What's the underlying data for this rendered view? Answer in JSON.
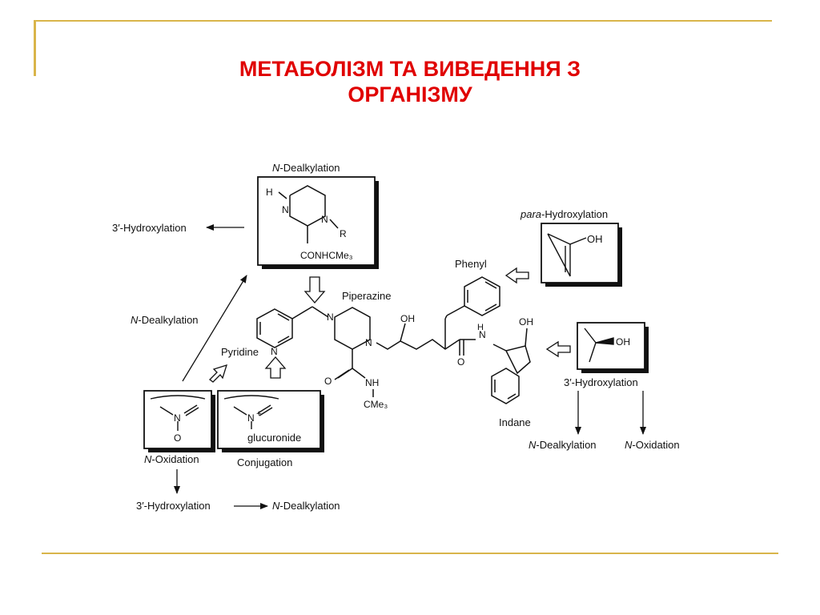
{
  "slide": {
    "title_line1": "МЕТАБОЛІЗМ ТА ВИВЕДЕННЯ З",
    "title_line2": "ОРГАНІЗМУ",
    "title_color": "#e00000",
    "accent_color": "#d9b54a"
  },
  "diagram": {
    "n_dealk_top_prefix": "N",
    "n_dealk_top_suffix": "-Dealkylation",
    "hydroxylation_left": "3′-Hydroxylation",
    "atom_H": "H",
    "atom_N_top1": "N",
    "atom_N_top2": "N",
    "atom_R": "R",
    "conhcme3": "CONHCMe₃",
    "para_prefix": "para",
    "para_suffix": "-Hydroxylation",
    "oh_para": "OH",
    "phenyl": "Phenyl",
    "piperazine": "Piperazine",
    "oh_center": "OH",
    "atom_N_pip1": "N",
    "atom_N_pip2": "N",
    "pyridine": "Pyridine",
    "atom_N_pyr": "N",
    "n_dealk_left_prefix": "N",
    "n_dealk_left_suffix": "-Dealkylation",
    "atom_NH_amine": "N",
    "atom_H_amine": "H",
    "oh_indane": "OH",
    "oh_box_right": "OH",
    "hydroxylation_right": "3′-Hydroxylation",
    "amide_O": "O",
    "amide_NH": "NH",
    "cme3": "CMe₃",
    "ketone_O": "O",
    "indane": "Indane",
    "noxide_N": "N",
    "noxide_O": "O",
    "conj_N": "N",
    "conj_plus": "+",
    "glucuronide": "glucuronide",
    "n_ox_left_prefix": "N",
    "n_ox_left_suffix": "-Oxidation",
    "conjugation": "Conjugation",
    "n_dealk_br_prefix": "N",
    "n_dealk_br_suffix": "-Dealkylation",
    "n_ox_br_prefix": "N",
    "n_ox_br_suffix": "-Oxidation",
    "hydroxylation_bottom": "3′-Hydroxylation",
    "n_dealk_bottom_prefix": "N",
    "n_dealk_bottom_suffix": "-Dealkylation"
  }
}
